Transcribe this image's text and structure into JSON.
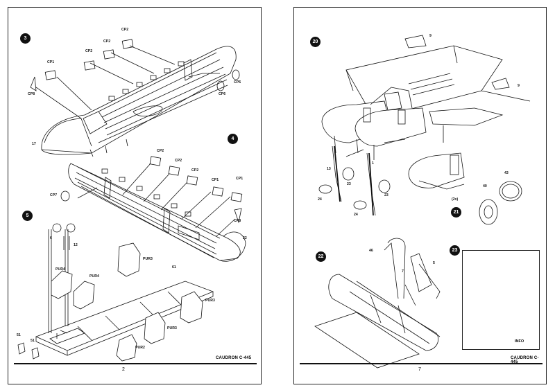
{
  "left_page": {
    "footer": "CAUDRON C-445",
    "page_number": "2",
    "steps": [
      "3",
      "4",
      "5"
    ],
    "labels": {
      "cp2_a": "CP2",
      "cp2_b": "CP2",
      "cp2_c": "CP2",
      "cp1_a": "CP1",
      "cp8_a": "CP8",
      "cp6_a": "CP6",
      "cp6_b": "CP6",
      "n17": "17",
      "cp2_d": "CP2",
      "cp2_e": "CP2",
      "cp2_f": "CP2",
      "cp1_b": "CP1",
      "cp1_c": "CP1",
      "cp7": "CP7",
      "cp8_b": "CP8",
      "n22": "22",
      "n6": "6",
      "n12": "12",
      "pur4_a": "PUR4",
      "pur4_b": "PUR4",
      "pur3_a": "PUR3",
      "pur3_b": "PUR3",
      "pur3_c": "PUR3",
      "n61": "61",
      "pur2": "PUR2",
      "n51_a": "51",
      "n51_b": "51"
    }
  },
  "right_page": {
    "footer": "CAUDRON C-445",
    "page_number": "7",
    "steps": [
      "20",
      "21",
      "22",
      "23"
    ],
    "labels": {
      "n9_a": "9",
      "n9_b": "9",
      "n13": "13",
      "n23_a": "23",
      "n1": "1",
      "n23_b": "23",
      "n24_a": "24",
      "n24_b": "24",
      "n43": "43",
      "n40": "40",
      "qty": "(2x)",
      "n46": "46",
      "n5": "5",
      "n7": "7"
    },
    "info_label": "INFO"
  }
}
